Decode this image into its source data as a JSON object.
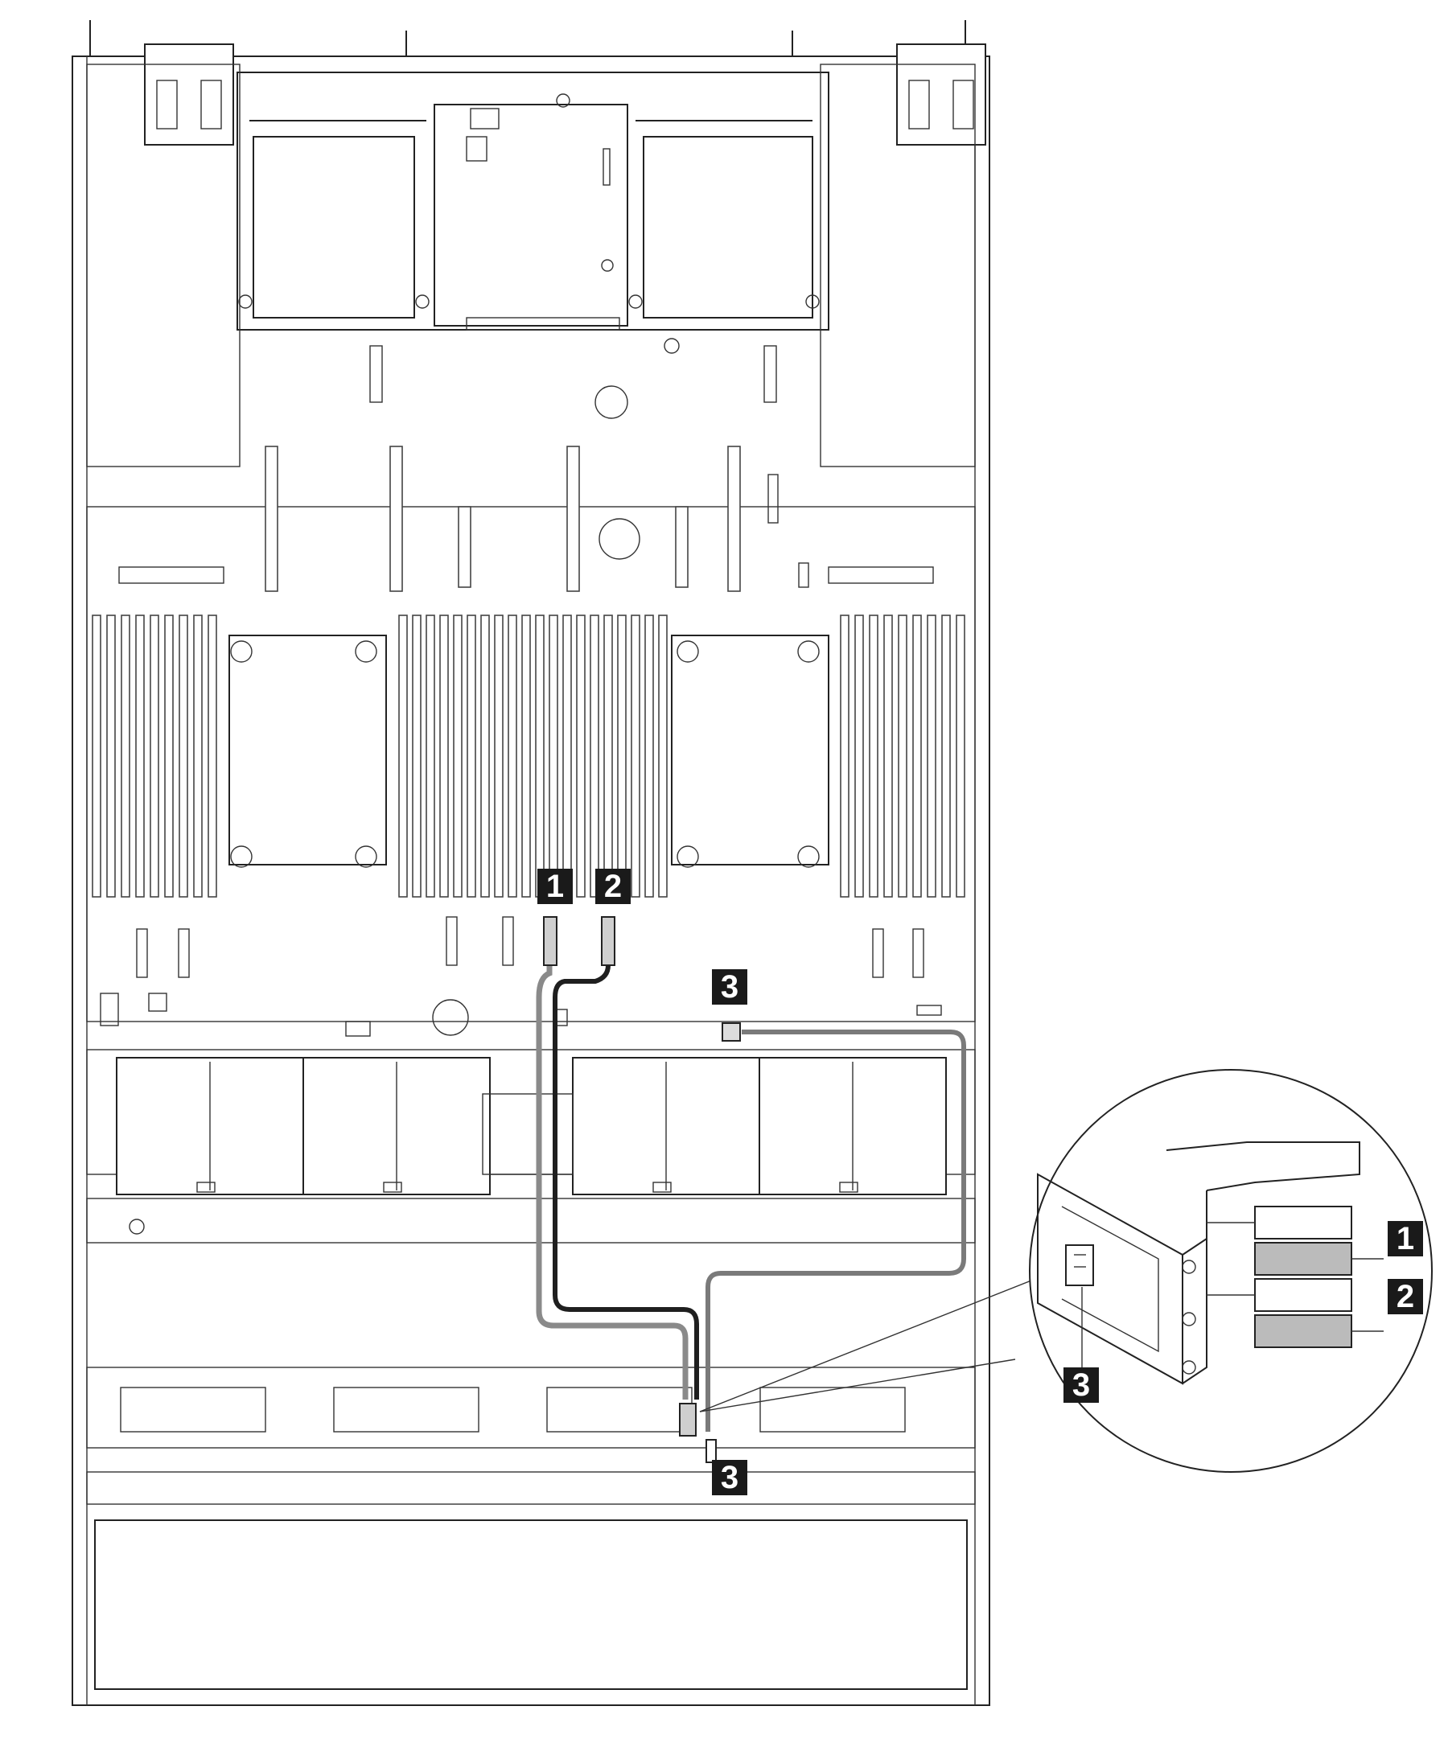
{
  "callouts": {
    "c1_board": "1",
    "c2_board": "2",
    "c3_board": "3",
    "c3_backplane": "3",
    "c1_inset": "1",
    "c2_inset": "2",
    "c3_inset": "3"
  },
  "colors": {
    "cable_1": "#8a8a8a",
    "cable_2": "#1f1f1f",
    "cable_3": "#7a7a7a",
    "callout_fill": "#1a1a1a",
    "callout_text": "#ffffff",
    "line_art": "#222222"
  }
}
